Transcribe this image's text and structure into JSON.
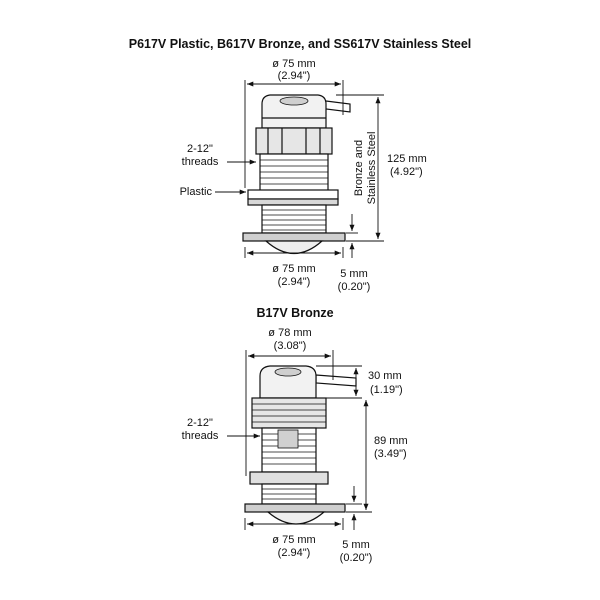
{
  "top": {
    "title": "P617V Plastic, B617V Bronze, and SS617V Stainless Steel",
    "top_diameter": "ø 75 mm",
    "top_diameter_in": "(2.94\")",
    "threads_line1": "2-12\"",
    "threads_line2": "threads",
    "plastic": "Plastic",
    "bronze_line1": "Bronze and",
    "bronze_line2": "Stainless Steel",
    "height": "125 mm",
    "height_in": "(4.92\")",
    "bottom_diameter": "ø 75 mm",
    "bottom_diameter_in": "(2.94\")",
    "flange": "5 mm",
    "flange_in": "(0.20\")"
  },
  "bottom": {
    "title": "B17V Bronze",
    "top_diameter": "ø 78 mm",
    "top_diameter_in": "(3.08\")",
    "cap_height": "30 mm",
    "cap_height_in": "(1.19\")",
    "threads_line1": "2-12\"",
    "threads_line2": "threads",
    "height": "89 mm",
    "height_in": "(3.49\")",
    "bottom_diameter": "ø 75 mm",
    "bottom_diameter_in": "(2.94\")",
    "flange": "5 mm",
    "flange_in": "(0.20\")"
  }
}
